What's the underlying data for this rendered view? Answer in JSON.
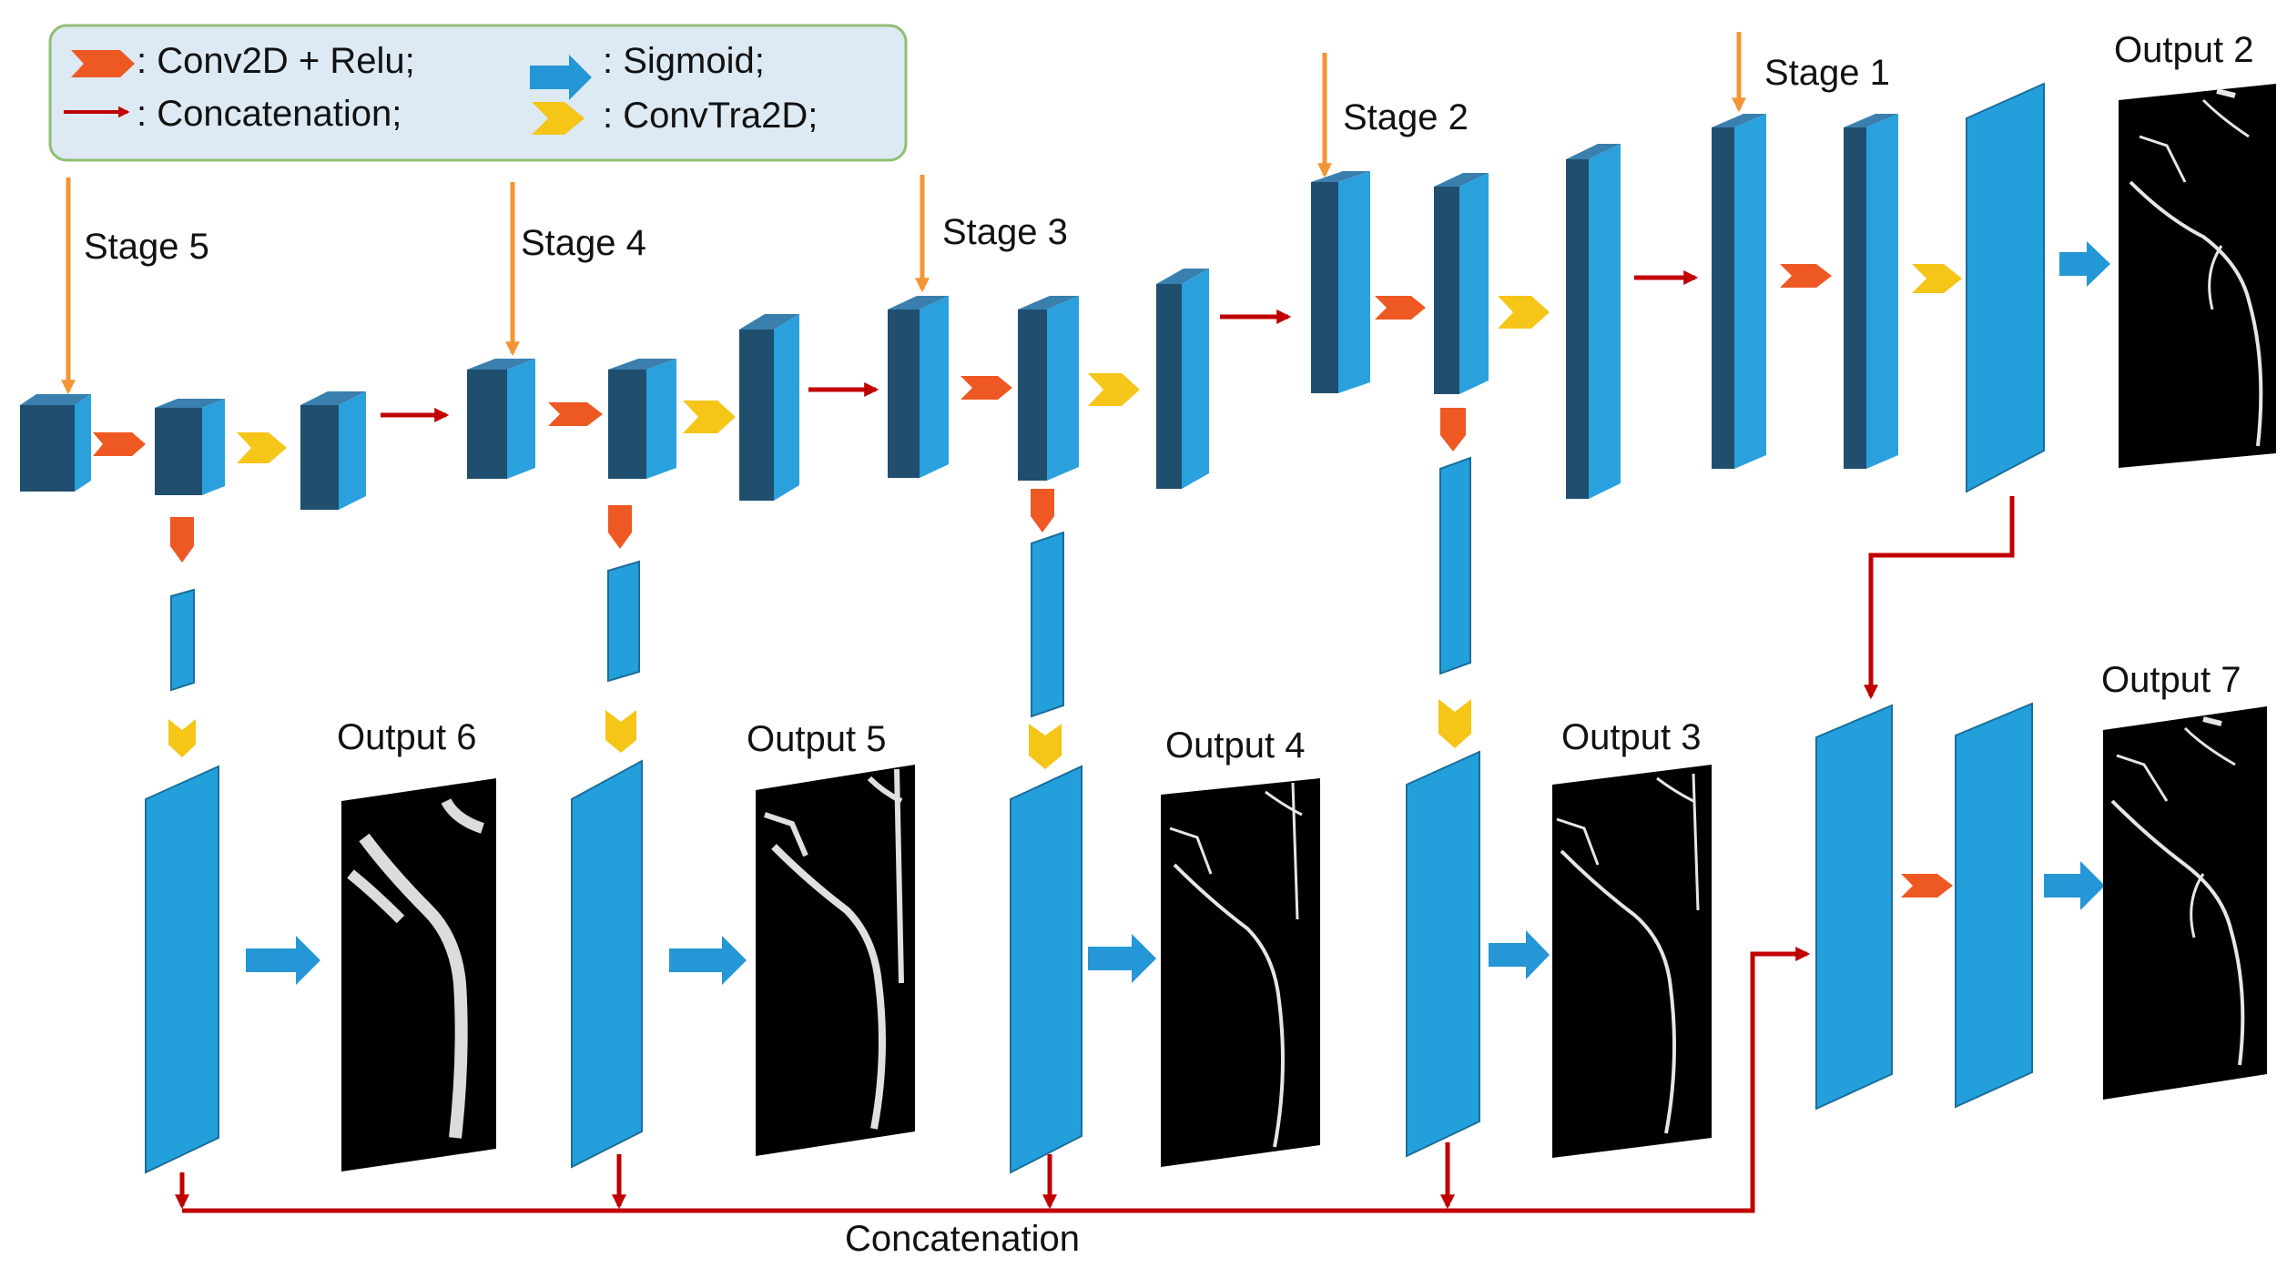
{
  "colors": {
    "block_face_dark": "#1f4e6e",
    "block_side_light": "#2aa1dc",
    "flat_block": "#23a0dc",
    "flat_block_edge": "#1a6e9a",
    "conv_relu": "#ee5822",
    "convtra": "#f5c518",
    "sigmoid": "#2596d6",
    "concat_arrow": "#c00000",
    "stage_arrow": "#f39536",
    "legend_bg": "#dde9f3",
    "legend_border": "#8fbf73",
    "image_bg": "#000000",
    "vessel": "#e6e6e6"
  },
  "legend": {
    "conv_label": ": Conv2D + Relu;",
    "concat_label": ": Concatenation;",
    "sigmoid_label": ": Sigmoid;",
    "convtra_label": ": ConvTra2D;"
  },
  "stages": [
    "Stage 5",
    "Stage 4",
    "Stage 3",
    "Stage 2",
    "Stage 1"
  ],
  "outputs": {
    "o2": "Output 2",
    "o3": "Output 3",
    "o4": "Output 4",
    "o5": "Output 5",
    "o6": "Output 6",
    "o7": "Output 7"
  },
  "concat_label": "Concatenation"
}
